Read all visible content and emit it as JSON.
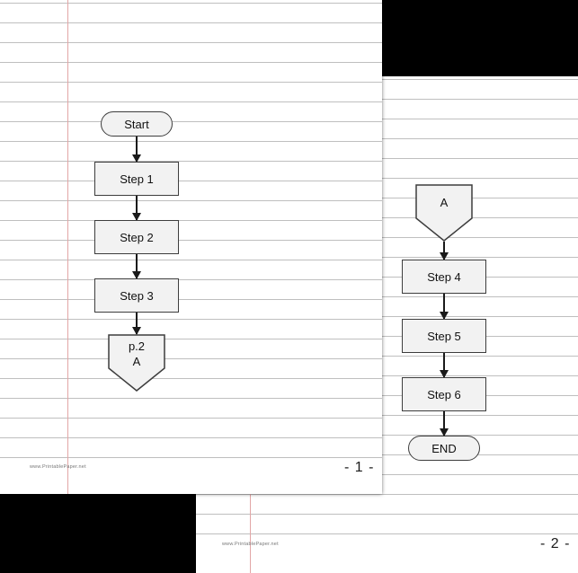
{
  "colors": {
    "background": "#000000",
    "paper": "#ffffff",
    "rule_line": "#bfbfbf",
    "margin_line": "#e2a6a6",
    "shape_fill": "#f2f2f2",
    "shape_border": "#3d3d3d",
    "arrow": "#1a1a1a",
    "text": "#111111"
  },
  "page1": {
    "page_number": "- 1 -",
    "watermark": "www.PrintablePaper.net",
    "nodes": {
      "start": "Start",
      "step1": "Step 1",
      "step2": "Step 2",
      "step3": "Step 3",
      "offpage_line1": "p.2",
      "offpage_line2": "A"
    }
  },
  "page2": {
    "page_number": "- 2 -",
    "watermark": "www.PrintablePaper.net",
    "nodes": {
      "offpage": "A",
      "step4": "Step 4",
      "step5": "Step 5",
      "step6": "Step 6",
      "end": "END"
    }
  }
}
